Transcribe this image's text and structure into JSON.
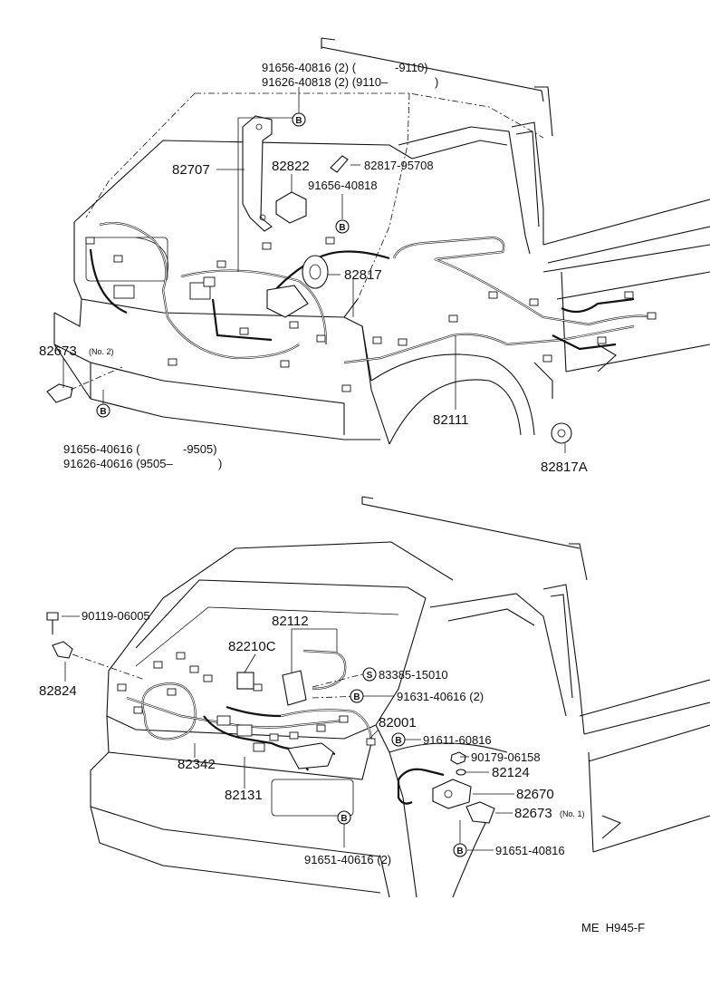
{
  "diagram": {
    "drawing_code": "ME  H945-F",
    "badge_glyphs": {
      "bolt": "B",
      "screw": "S"
    },
    "upper": {
      "labels": {
        "p_9165640816_a": "91656-40816 (2) (",
        "p_9165640816_b": "-9110)",
        "p_9162640818_a": "91626-40818 (2) (9110–",
        "p_9162640818_b": ")",
        "p_82707": "82707",
        "p_82822": "82822",
        "p_8281795708": "82817-95708",
        "p_9165640818": "91656-40818",
        "p_82817": "82817",
        "p_82673_num": "82673",
        "p_82673_tag": "(No. 2)",
        "p_82111": "82111",
        "p_9165640616_a": "91656-40616 (",
        "p_9165640616_b": "-9505)",
        "p_9162640616_a": "91626-40616 (9505–",
        "p_9162640616_b": ")",
        "p_82817A": "82817A"
      }
    },
    "lower": {
      "labels": {
        "p_9011906005": "90119-06005",
        "p_82824": "82824",
        "p_82112": "82112",
        "p_82210C": "82210C",
        "p_8338515010": "83385-15010",
        "p_9163140616": "91631-40616 (2)",
        "p_82001": "82001",
        "p_9161160816": "91611-60816",
        "p_9017906158": "90179-06158",
        "p_82124": "82124",
        "p_82342": "82342",
        "p_82670": "82670",
        "p_82131": "82131",
        "p_82673_num": "82673",
        "p_82673_tag": "(No. 1)",
        "p_9165140616": "91651-40616 (2)",
        "p_9165140816": "91651-40816"
      }
    }
  }
}
